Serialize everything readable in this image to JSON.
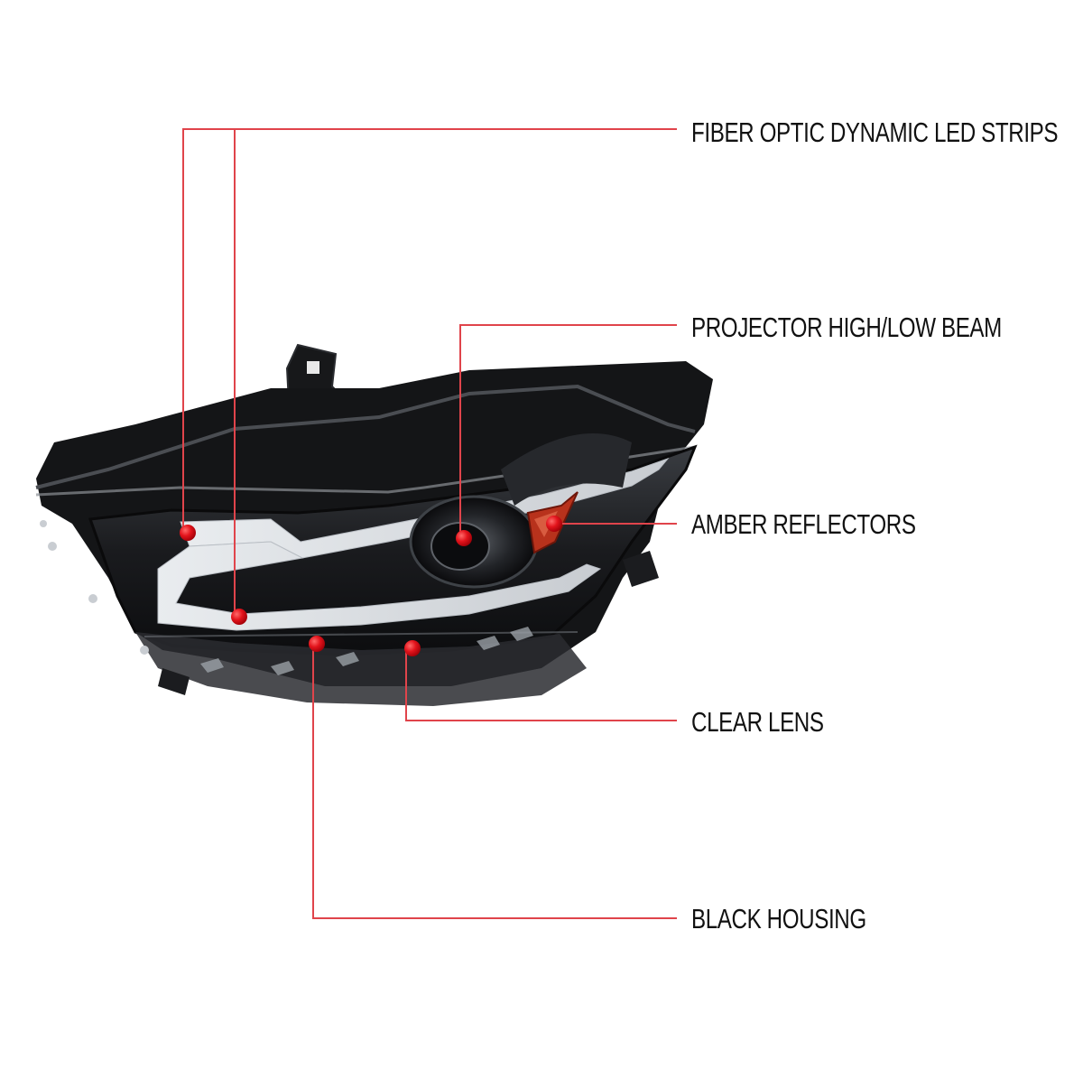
{
  "colors": {
    "callout_line": "#e0444b",
    "callout_dot": "#e3141c",
    "housing": "#111214",
    "background": "#ffffff"
  },
  "callouts": [
    {
      "label": "FIBER OPTIC DYNAMIC LED STRIPS"
    },
    {
      "label": "PROJECTOR HIGH/LOW BEAM"
    },
    {
      "label": "AMBER REFLECTORS"
    },
    {
      "label": "CLEAR LENS"
    },
    {
      "label": "BLACK HOUSING"
    }
  ]
}
